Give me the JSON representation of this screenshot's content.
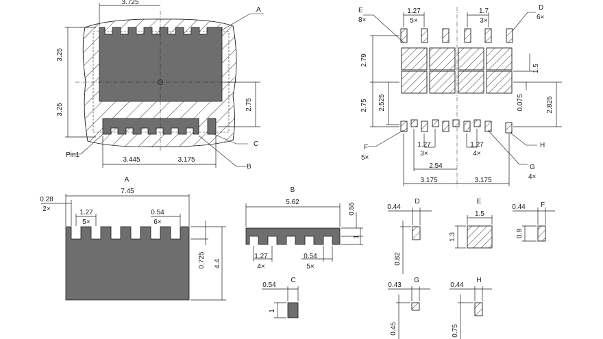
{
  "main_view": {
    "dim_top": "3.725",
    "dim_left_upper": "3.25",
    "dim_left_lower": "3.25",
    "dim_right": "2.75",
    "dim_bottom_left": "3.445",
    "dim_bottom_right": "3.175",
    "label_a": "A",
    "label_b": "B",
    "label_c": "C",
    "label_pin1": "Pin1"
  },
  "land_pattern": {
    "label_e": "E",
    "count_e": "8×",
    "label_d": "D",
    "count_d": "6×",
    "pitch_top_left": "1.27",
    "pitch_top_left_count": "5×",
    "pitch_top_right": "1.7",
    "pitch_top_right_count": "3×",
    "dim_279": "2.79",
    "dim_15": "1.5",
    "dim_275": "2.75",
    "dim_2525": "2.525",
    "dim_0075": "0.075",
    "dim_2825": "2.825",
    "label_f": "F",
    "count_f": "5×",
    "pitch_bottom_left": "1.27",
    "pitch_bottom_left_count": "3×",
    "pitch_bottom_right": "1.27",
    "pitch_bottom_right_count": "4×",
    "dim_254": "2.54",
    "label_g": "G",
    "count_g": "4×",
    "label_h": "H",
    "dim_3175_left": "3.175",
    "dim_3175_right": "3.175"
  },
  "detail_a": {
    "title": "A",
    "width": "7.45",
    "offset": "0.28",
    "offset_count": "2×",
    "pitch": "1.27",
    "pitch_count": "5×",
    "notch": "0.54",
    "notch_count": "6×",
    "notch_depth": "0.725",
    "height": "4.4"
  },
  "detail_b": {
    "title": "B",
    "width": "5.62",
    "notch_depth": "0.55",
    "height": "1",
    "pitch": "1.27",
    "pitch_count": "4×",
    "notch": "0.54",
    "notch_count": "5×"
  },
  "detail_c": {
    "title": "C",
    "width": "0.54",
    "height": "1"
  },
  "detail_d": {
    "title": "D",
    "width": "0.44",
    "height": "0.82"
  },
  "detail_e": {
    "title": "E",
    "width": "1.5",
    "height": "1.3"
  },
  "detail_f": {
    "title": "F",
    "width": "0.44",
    "height": "0.9"
  },
  "detail_g": {
    "title": "G",
    "width": "0.43",
    "height": "0.45"
  },
  "detail_h": {
    "title": "H",
    "width": "0.44",
    "height": "0.75"
  }
}
